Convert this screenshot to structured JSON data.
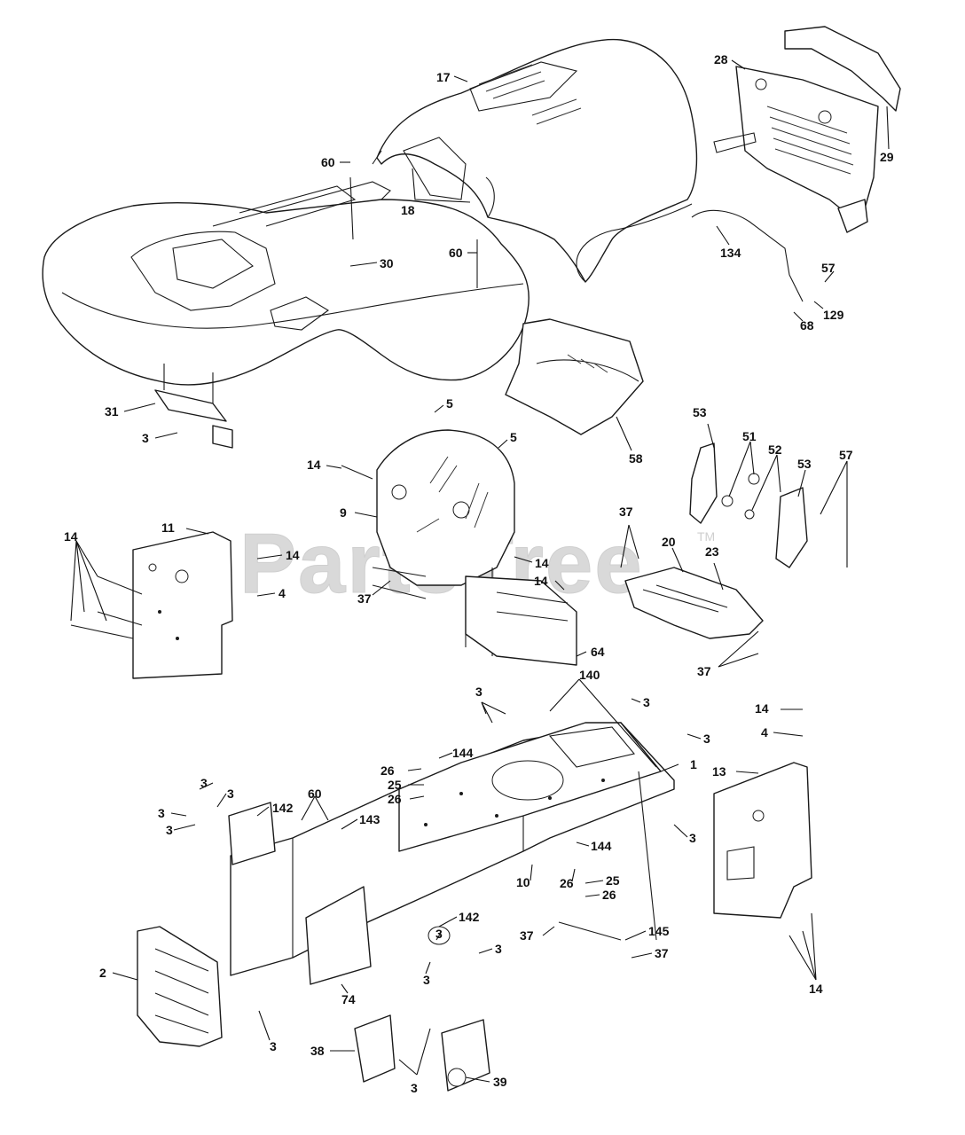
{
  "watermark": {
    "text": "PartsTree",
    "tm": "TM"
  },
  "callouts": [
    {
      "id": "c17",
      "label": "17"
    },
    {
      "id": "c28",
      "label": "28"
    },
    {
      "id": "c29",
      "label": "29"
    },
    {
      "id": "c60a",
      "label": "60"
    },
    {
      "id": "c18",
      "label": "18"
    },
    {
      "id": "c30",
      "label": "30"
    },
    {
      "id": "c60b",
      "label": "60"
    },
    {
      "id": "c134",
      "label": "134"
    },
    {
      "id": "c57a",
      "label": "57"
    },
    {
      "id": "c129",
      "label": "129"
    },
    {
      "id": "c68",
      "label": "68"
    },
    {
      "id": "c31",
      "label": "31"
    },
    {
      "id": "c3a",
      "label": "3"
    },
    {
      "id": "c5a",
      "label": "5"
    },
    {
      "id": "c5b",
      "label": "5"
    },
    {
      "id": "c58",
      "label": "58"
    },
    {
      "id": "c53a",
      "label": "53"
    },
    {
      "id": "c51",
      "label": "51"
    },
    {
      "id": "c52",
      "label": "52"
    },
    {
      "id": "c53b",
      "label": "53"
    },
    {
      "id": "c57b",
      "label": "57"
    },
    {
      "id": "c14a",
      "label": "14"
    },
    {
      "id": "c9",
      "label": "9"
    },
    {
      "id": "c11",
      "label": "11"
    },
    {
      "id": "c14b",
      "label": "14"
    },
    {
      "id": "c14c",
      "label": "14"
    },
    {
      "id": "c4a",
      "label": "4"
    },
    {
      "id": "c37a",
      "label": "37"
    },
    {
      "id": "c14d",
      "label": "14"
    },
    {
      "id": "c14e",
      "label": "14"
    },
    {
      "id": "c37b",
      "label": "37"
    },
    {
      "id": "c20",
      "label": "20"
    },
    {
      "id": "c23",
      "label": "23"
    },
    {
      "id": "c64",
      "label": "64"
    },
    {
      "id": "c37c",
      "label": "37"
    },
    {
      "id": "c3b",
      "label": "3"
    },
    {
      "id": "c140",
      "label": "140"
    },
    {
      "id": "c3c",
      "label": "3"
    },
    {
      "id": "c14f",
      "label": "14"
    },
    {
      "id": "c4b",
      "label": "4"
    },
    {
      "id": "c3d",
      "label": "3"
    },
    {
      "id": "c144a",
      "label": "144"
    },
    {
      "id": "c26a",
      "label": "26"
    },
    {
      "id": "c1",
      "label": "1"
    },
    {
      "id": "c13",
      "label": "13"
    },
    {
      "id": "c25a",
      "label": "25"
    },
    {
      "id": "c26b",
      "label": "26"
    },
    {
      "id": "c3e",
      "label": "3"
    },
    {
      "id": "c3f",
      "label": "3"
    },
    {
      "id": "c60c",
      "label": "60"
    },
    {
      "id": "c142a",
      "label": "142"
    },
    {
      "id": "c143",
      "label": "143"
    },
    {
      "id": "c3g",
      "label": "3"
    },
    {
      "id": "c3h",
      "label": "3"
    },
    {
      "id": "c3i",
      "label": "3"
    },
    {
      "id": "c144b",
      "label": "144"
    },
    {
      "id": "c10",
      "label": "10"
    },
    {
      "id": "c26c",
      "label": "26"
    },
    {
      "id": "c25b",
      "label": "25"
    },
    {
      "id": "c26d",
      "label": "26"
    },
    {
      "id": "c142b",
      "label": "142"
    },
    {
      "id": "c3j",
      "label": "3"
    },
    {
      "id": "c37d",
      "label": "37"
    },
    {
      "id": "c145",
      "label": "145"
    },
    {
      "id": "c3k",
      "label": "3"
    },
    {
      "id": "c37e",
      "label": "37"
    },
    {
      "id": "c2",
      "label": "2"
    },
    {
      "id": "c74",
      "label": "74"
    },
    {
      "id": "c3l",
      "label": "3"
    },
    {
      "id": "c14g",
      "label": "14"
    },
    {
      "id": "c3m",
      "label": "3"
    },
    {
      "id": "c38",
      "label": "38"
    },
    {
      "id": "c3n",
      "label": "3"
    },
    {
      "id": "c39",
      "label": "39"
    }
  ]
}
